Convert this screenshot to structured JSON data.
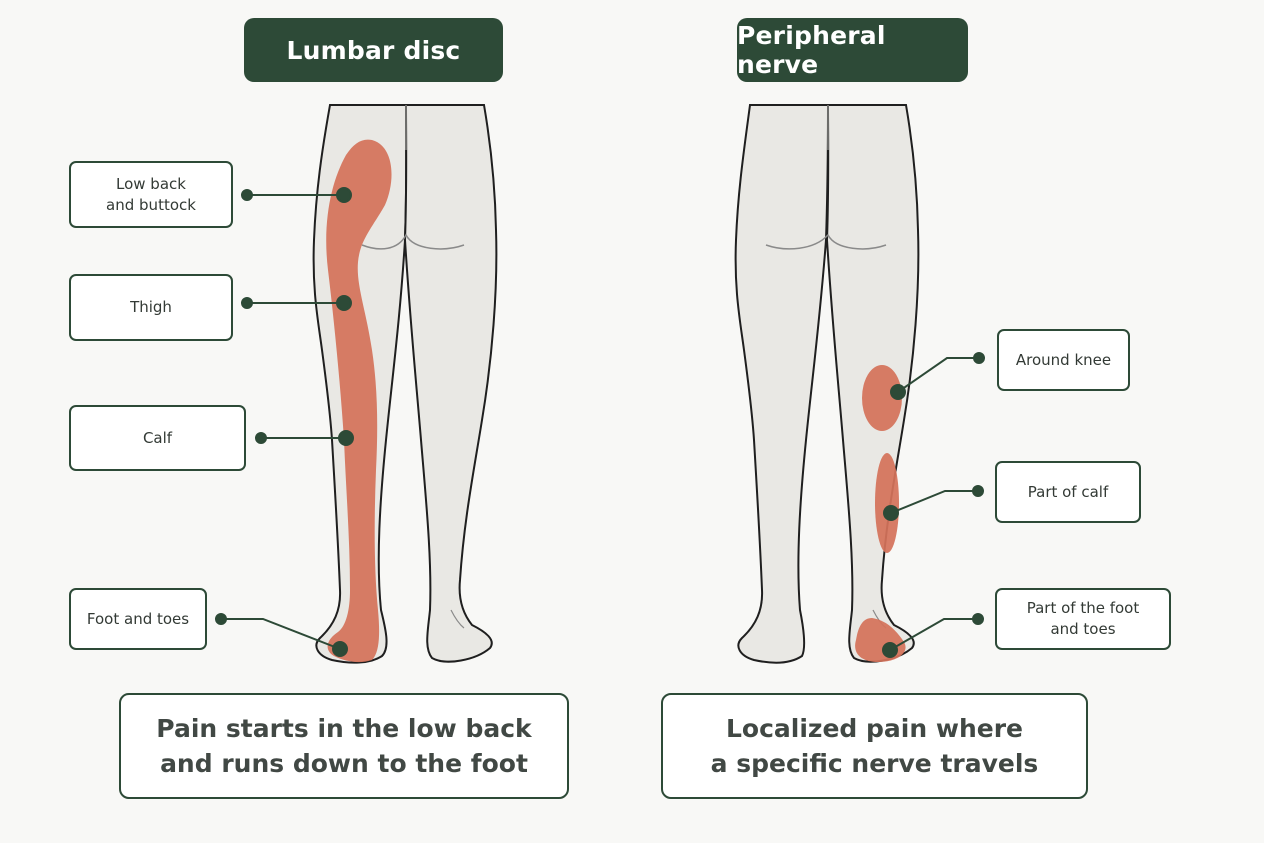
{
  "panels": [
    {
      "title": "Lumbar disc",
      "callouts": [
        {
          "label": "Low back\nand buttock"
        },
        {
          "label": "Thigh"
        },
        {
          "label": "Calf"
        },
        {
          "label": "Foot and toes"
        }
      ],
      "caption": "Pain starts in the low back\nand runs down to the foot"
    },
    {
      "title": "Peripheral nerve",
      "callouts": [
        {
          "label": "Around knee"
        },
        {
          "label": "Part of calf"
        },
        {
          "label": "Part of the foot\nand toes"
        }
      ],
      "caption": "Localized pain where\na specific nerve travels"
    }
  ],
  "colors": {
    "accent": "#2d4a37",
    "pain": "#d4725a",
    "skin": "#e9e8e4",
    "background": "#f8f8f6"
  }
}
